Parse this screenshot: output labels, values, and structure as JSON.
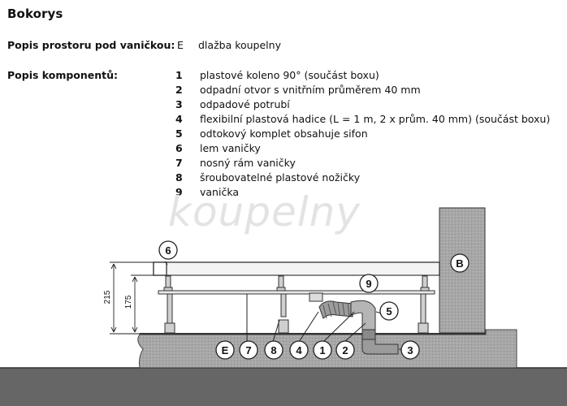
{
  "heading": "Bokorys",
  "space_row": {
    "label": "Popis prostoru pod vaničkou:",
    "code": "E",
    "text": "dlažba koupelny"
  },
  "components_label": "Popis komponentů:",
  "components": [
    {
      "num": "1",
      "text": "plastové koleno 90°  (součást boxu)"
    },
    {
      "num": "2",
      "text": "odpadní otvor s vnitřním průměrem 40 mm"
    },
    {
      "num": "3",
      "text": "odpadové potrubí"
    },
    {
      "num": "4",
      "text": "flexibilní plastová hadice (L = 1 m, 2 x prům. 40 mm) (součást boxu)"
    },
    {
      "num": "5",
      "text": "odtokový komplet obsahuje sifon"
    },
    {
      "num": "6",
      "text": "lem vaničky"
    },
    {
      "num": "7",
      "text": "nosný rám vaničky"
    },
    {
      "num": "8",
      "text": "šroubovatelné plastové nožičky"
    },
    {
      "num": "9",
      "text": "vanička"
    }
  ],
  "watermark": "koupelny",
  "diagram": {
    "wall_label": "B",
    "dim_outer": "215",
    "dim_inner": "175",
    "callout_6": "6",
    "callout_9": "9",
    "callout_5": "5",
    "callout_3": "3",
    "bottom_callouts": [
      "E",
      "7",
      "8",
      "4",
      "1",
      "2"
    ]
  }
}
